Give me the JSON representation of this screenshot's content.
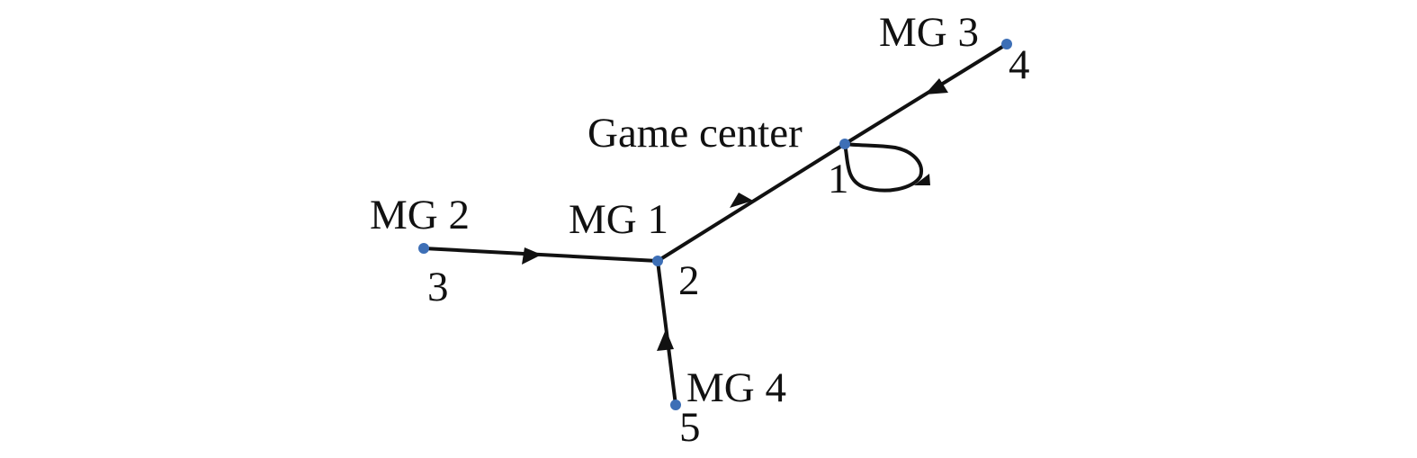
{
  "colors": {
    "node": "#3d6fb6",
    "edge": "#111111",
    "background": "#ffffff"
  },
  "nodes": [
    {
      "id": "game-center",
      "name": "Game center",
      "index": "1"
    },
    {
      "id": "mg1",
      "name": "MG 1",
      "index": "2"
    },
    {
      "id": "mg2",
      "name": "MG 2",
      "index": "3"
    },
    {
      "id": "mg3",
      "name": "MG 3",
      "index": "4"
    },
    {
      "id": "mg4",
      "name": "MG 4",
      "index": "5"
    }
  ],
  "edges": [
    {
      "from": "MG 2",
      "to": "MG 1"
    },
    {
      "from": "MG 4",
      "to": "MG 1"
    },
    {
      "from": "MG 1",
      "to": "Game center"
    },
    {
      "from": "MG 3",
      "to": "Game center"
    },
    {
      "from": "Game center",
      "to": "Game center"
    }
  ]
}
